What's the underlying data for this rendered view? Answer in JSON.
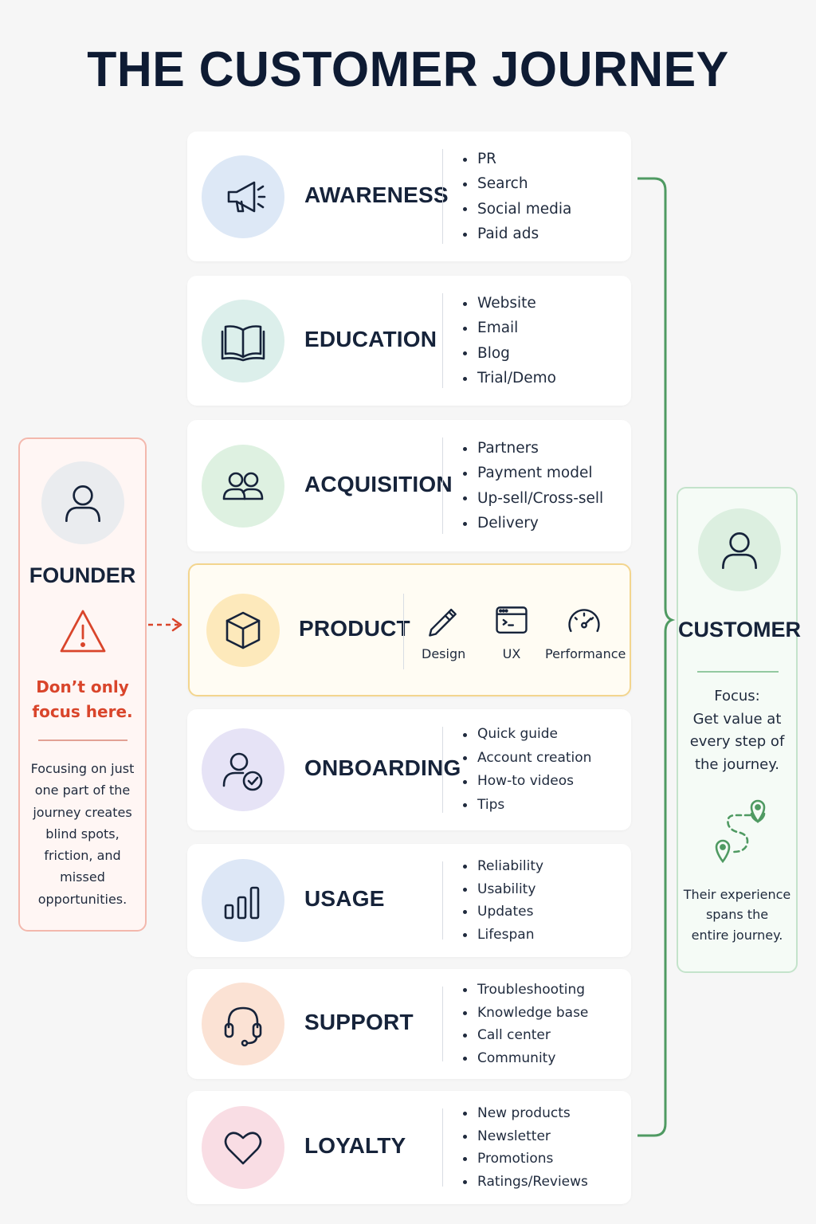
{
  "title": "THE CUSTOMER JOURNEY",
  "colors": {
    "bracket": "#4f9a62",
    "founder_accent": "#d9452b",
    "product_border": "#f3d58e",
    "icon_stroke": "#16233a"
  },
  "stages": [
    {
      "label": "AWARENESS",
      "icon": "megaphone-icon",
      "circle_color": "#dde8f6",
      "items": [
        "PR",
        "Search",
        "Social media",
        "Paid ads"
      ]
    },
    {
      "label": "EDUCATION",
      "icon": "book-icon",
      "circle_color": "#dcefeb",
      "items": [
        "Website",
        "Email",
        "Blog",
        "Trial/Demo"
      ]
    },
    {
      "label": "ACQUISITION",
      "icon": "users-icon",
      "circle_color": "#def1e1",
      "items": [
        "Partners",
        "Payment model",
        "Up-sell/Cross-sell",
        "Delivery"
      ]
    },
    {
      "label": "PRODUCT",
      "icon": "cube-icon",
      "circle_color": "#fde9bb",
      "items": [
        {
          "label": "Design",
          "icon": "pencil-icon"
        },
        {
          "label": "UX",
          "icon": "browser-window-icon"
        },
        {
          "label": "Performance",
          "icon": "gauge-icon"
        }
      ]
    },
    {
      "label": "ONBOARDING",
      "icon": "user-check-icon",
      "circle_color": "#e6e3f6",
      "items": [
        "Quick guide",
        "Account creation",
        "How-to videos",
        "Tips"
      ]
    },
    {
      "label": "USAGE",
      "icon": "bar-chart-icon",
      "circle_color": "#dde7f6",
      "items": [
        "Reliability",
        "Usability",
        "Updates",
        "Lifespan"
      ]
    },
    {
      "label": "SUPPORT",
      "icon": "headset-icon",
      "circle_color": "#fbe2d4",
      "items": [
        "Troubleshooting",
        "Knowledge base",
        "Call center",
        "Community"
      ]
    },
    {
      "label": "LOYALTY",
      "icon": "heart-icon",
      "circle_color": "#f9dde4",
      "items": [
        "New products",
        "Newsletter",
        "Promotions",
        "Ratings/Reviews"
      ]
    }
  ],
  "founder": {
    "title": "FOUNDER",
    "warning": [
      "Don’t only",
      "focus here."
    ],
    "body": [
      "Focusing on just",
      "one part of the",
      "journey creates",
      "blind spots,",
      "friction, and",
      "missed",
      "opportunities."
    ]
  },
  "customer": {
    "title": "CUSTOMER",
    "focus": [
      "Focus:",
      "Get value at",
      "every step of",
      "the journey."
    ],
    "body": [
      "Their experience",
      "spans the",
      "entire journey."
    ]
  }
}
